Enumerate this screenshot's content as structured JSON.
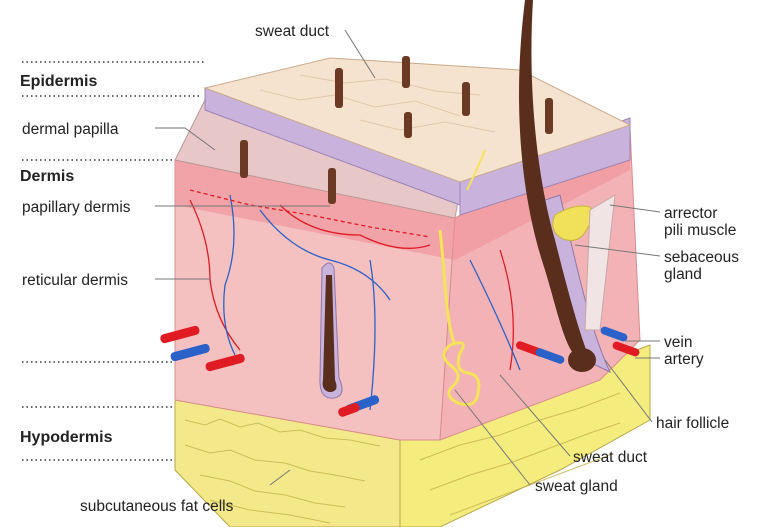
{
  "title": "Skin layers diagram",
  "layers": {
    "epidermis": "Epidermis",
    "dermis": "Dermis",
    "hypodermis": "Hypodermis"
  },
  "labels_left": {
    "dermal_papilla": "dermal papilla",
    "papillary_dermis": "papillary dermis",
    "reticular_dermis": "reticular dermis",
    "subcutaneous_fat_cells": "subcutaneous fat cells"
  },
  "labels_top": {
    "sweat_duct": "sweat duct"
  },
  "labels_right": {
    "arrector_pili_muscle": [
      "arrector",
      "pili muscle"
    ],
    "sebaceous_gland": [
      "sebaceous",
      "gland"
    ],
    "vein": "vein",
    "artery": "artery",
    "hair_follicle": "hair follicle",
    "sweat_duct": "sweat duct",
    "sweat_gland": "sweat gland"
  },
  "colors": {
    "epidermis_top": "#f6e3cf",
    "stratum": "#c9b3dc",
    "dermis": "#f4b9bb",
    "papillary": "#f08f97",
    "hypodermis": "#f3e98a",
    "artery": "#e01b24",
    "vein": "#2a62c9",
    "hair": "#5a2e1c",
    "gland": "#f5e35a"
  }
}
